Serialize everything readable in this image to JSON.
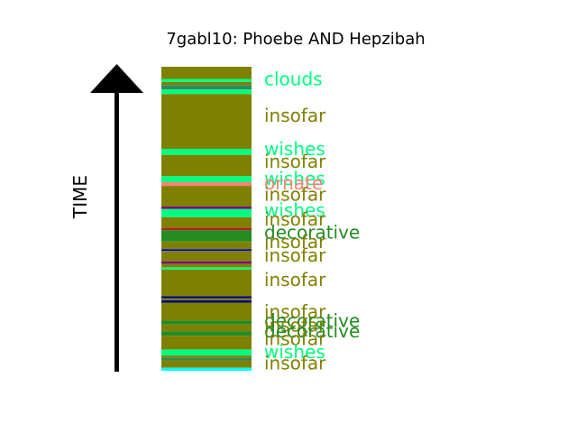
{
  "chart_data": {
    "type": "bar",
    "title": "7gabl10: Phoebe AND Hepzibah",
    "ylabel": "TIME",
    "ylim": [
      0,
      1
    ],
    "colors": {
      "olive": "#808000",
      "spring": "#00ff7f",
      "forest": "#228b22",
      "cyan": "#00ffff",
      "salmon": "#fa8072",
      "blue": "#0000cd",
      "purple": "#800080",
      "darkblue": "#000080",
      "crimson": "#b22222",
      "teal": "#2e8b57",
      "axis": "#000000"
    },
    "segments": [
      {
        "start": 0.0,
        "end": 0.04,
        "color": "olive"
      },
      {
        "start": 0.04,
        "end": 0.05,
        "color": "spring"
      },
      {
        "start": 0.05,
        "end": 0.06,
        "color": "olive"
      },
      {
        "start": 0.06,
        "end": 0.075,
        "color": "teal"
      },
      {
        "start": 0.075,
        "end": 0.09,
        "color": "spring"
      },
      {
        "start": 0.09,
        "end": 0.27,
        "color": "olive"
      },
      {
        "start": 0.27,
        "end": 0.29,
        "color": "spring"
      },
      {
        "start": 0.29,
        "end": 0.36,
        "color": "olive"
      },
      {
        "start": 0.36,
        "end": 0.38,
        "color": "spring"
      },
      {
        "start": 0.38,
        "end": 0.392,
        "color": "salmon"
      },
      {
        "start": 0.392,
        "end": 0.46,
        "color": "olive"
      },
      {
        "start": 0.46,
        "end": 0.468,
        "color": "purple"
      },
      {
        "start": 0.468,
        "end": 0.495,
        "color": "spring"
      },
      {
        "start": 0.495,
        "end": 0.53,
        "color": "olive"
      },
      {
        "start": 0.53,
        "end": 0.538,
        "color": "crimson"
      },
      {
        "start": 0.538,
        "end": 0.575,
        "color": "forest"
      },
      {
        "start": 0.575,
        "end": 0.6,
        "color": "olive"
      },
      {
        "start": 0.6,
        "end": 0.606,
        "color": "blue"
      },
      {
        "start": 0.606,
        "end": 0.64,
        "color": "olive"
      },
      {
        "start": 0.64,
        "end": 0.648,
        "color": "purple"
      },
      {
        "start": 0.648,
        "end": 0.66,
        "color": "olive"
      },
      {
        "start": 0.66,
        "end": 0.667,
        "color": "spring"
      },
      {
        "start": 0.667,
        "end": 0.755,
        "color": "olive"
      },
      {
        "start": 0.755,
        "end": 0.762,
        "color": "darkblue"
      },
      {
        "start": 0.762,
        "end": 0.768,
        "color": "olive"
      },
      {
        "start": 0.768,
        "end": 0.776,
        "color": "darkblue"
      },
      {
        "start": 0.776,
        "end": 0.835,
        "color": "olive"
      },
      {
        "start": 0.835,
        "end": 0.848,
        "color": "forest"
      },
      {
        "start": 0.848,
        "end": 0.87,
        "color": "olive"
      },
      {
        "start": 0.87,
        "end": 0.885,
        "color": "forest"
      },
      {
        "start": 0.885,
        "end": 0.93,
        "color": "olive"
      },
      {
        "start": 0.93,
        "end": 0.95,
        "color": "spring"
      },
      {
        "start": 0.95,
        "end": 0.958,
        "color": "olive"
      },
      {
        "start": 0.958,
        "end": 0.966,
        "color": "teal"
      },
      {
        "start": 0.966,
        "end": 0.99,
        "color": "olive"
      },
      {
        "start": 0.99,
        "end": 1.0,
        "color": "cyan"
      }
    ],
    "labels": [
      {
        "text": "clouds",
        "t": 0.04,
        "color": "spring"
      },
      {
        "text": "insofar",
        "t": 0.16,
        "color": "olive"
      },
      {
        "text": "wishes",
        "t": 0.27,
        "color": "spring"
      },
      {
        "text": "insofar",
        "t": 0.312,
        "color": "olive"
      },
      {
        "text": "wishes",
        "t": 0.368,
        "color": "spring"
      },
      {
        "text": "ornate",
        "t": 0.383,
        "color": "salmon"
      },
      {
        "text": "insofar",
        "t": 0.42,
        "color": "olive"
      },
      {
        "text": "wishes",
        "t": 0.472,
        "color": "spring"
      },
      {
        "text": "insofar",
        "t": 0.502,
        "color": "olive"
      },
      {
        "text": "decorative",
        "t": 0.545,
        "color": "forest"
      },
      {
        "text": "insofar",
        "t": 0.575,
        "color": "olive"
      },
      {
        "text": "insofar",
        "t": 0.62,
        "color": "olive"
      },
      {
        "text": "insofar",
        "t": 0.7,
        "color": "olive"
      },
      {
        "text": "insofar",
        "t": 0.805,
        "color": "olive"
      },
      {
        "text": "decorative",
        "t": 0.835,
        "color": "forest"
      },
      {
        "text": "insofar",
        "t": 0.85,
        "color": "olive"
      },
      {
        "text": "decorative",
        "t": 0.87,
        "color": "forest"
      },
      {
        "text": "insofar",
        "t": 0.895,
        "color": "olive"
      },
      {
        "text": "wishes",
        "t": 0.938,
        "color": "spring"
      },
      {
        "text": "insofar",
        "t": 0.975,
        "color": "olive"
      }
    ]
  }
}
